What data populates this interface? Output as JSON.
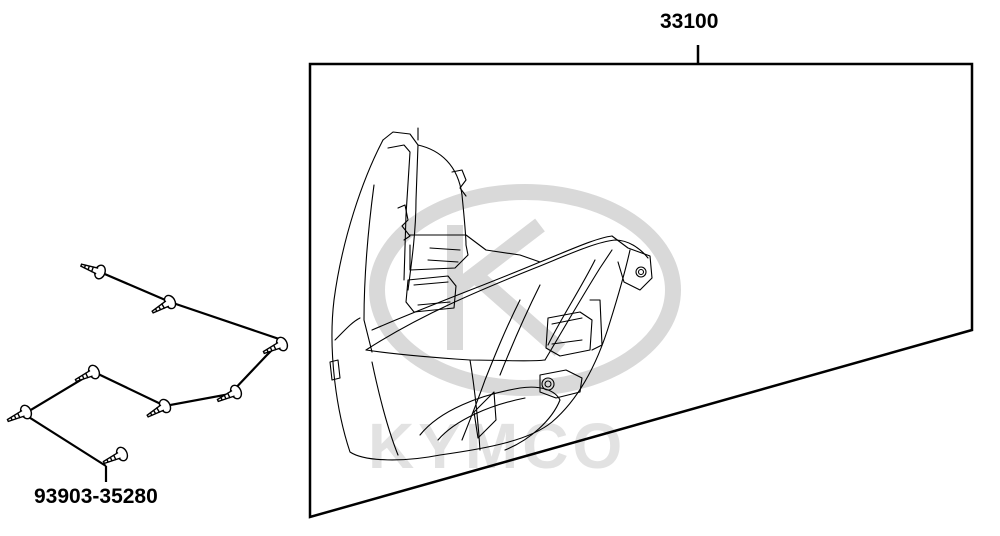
{
  "parts": {
    "headlight_assembly": {
      "part_number": "33100"
    },
    "screw": {
      "part_number": "93903-35280"
    }
  },
  "watermark": {
    "brand": "KYMCO"
  },
  "colors": {
    "line": "#000000",
    "watermark": "#d9d9d9",
    "background": "#ffffff"
  },
  "icons": [
    "headlight-assembly-icon",
    "screw-icon",
    "kymco-logo-watermark"
  ]
}
